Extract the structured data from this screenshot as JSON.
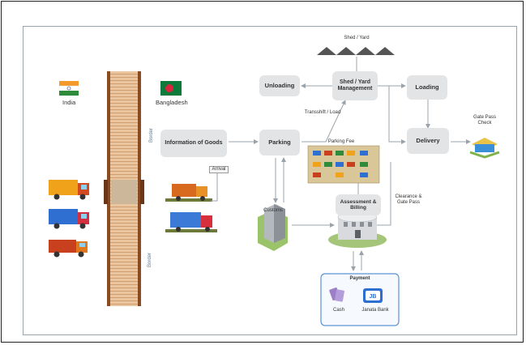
{
  "diagram": {
    "shed_yard_top": "Shed / Yard",
    "india_label": "India",
    "bangladesh_label": "Bangladesh",
    "border_label": "Border",
    "nodes": {
      "unloading": "Unloading",
      "shed_yard_mgmt": "Shed / Yard Management",
      "loading": "Loading",
      "info_goods": "Information of Goods",
      "parking": "Parking",
      "delivery": "Delivery",
      "assessment": "Assessment & Billing"
    },
    "labels": {
      "transshipment": "Transshift / Load",
      "parking_fee": "Parking Fee",
      "arrival": "Arrival",
      "customs": "Customs",
      "clearance": "Clearance & Gate Pass",
      "gate_pass_check": "Gate Pass Check",
      "payment": "Payment",
      "cash": "Cash",
      "bank": "Janata Bank"
    }
  }
}
